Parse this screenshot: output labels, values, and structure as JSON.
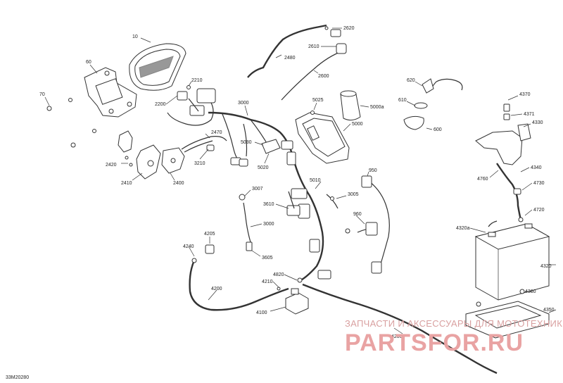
{
  "labels": [
    {
      "id": "10",
      "text": "10"
    },
    {
      "id": "60",
      "text": "60"
    },
    {
      "id": "70",
      "text": "70"
    },
    {
      "id": "2210",
      "text": "2210"
    },
    {
      "id": "2200",
      "text": "2200"
    },
    {
      "id": "2470",
      "text": "2470"
    },
    {
      "id": "2420",
      "text": "2420"
    },
    {
      "id": "2410",
      "text": "2410"
    },
    {
      "id": "2400",
      "text": "2400"
    },
    {
      "id": "3210",
      "text": "3210"
    },
    {
      "id": "2620",
      "text": "2620"
    },
    {
      "id": "2610",
      "text": "2610"
    },
    {
      "id": "2480",
      "text": "2480"
    },
    {
      "id": "2600",
      "text": "2600"
    },
    {
      "id": "3000a",
      "text": "3000"
    },
    {
      "id": "5025",
      "text": "5025"
    },
    {
      "id": "5000a",
      "text": "5000a"
    },
    {
      "id": "5000",
      "text": "5000"
    },
    {
      "id": "5030",
      "text": "5030"
    },
    {
      "id": "5020",
      "text": "5020"
    },
    {
      "id": "620",
      "text": "620"
    },
    {
      "id": "610",
      "text": "610"
    },
    {
      "id": "600",
      "text": "600"
    },
    {
      "id": "4370",
      "text": "4370"
    },
    {
      "id": "4371",
      "text": "4371"
    },
    {
      "id": "4330",
      "text": "4330"
    },
    {
      "id": "4760",
      "text": "4760"
    },
    {
      "id": "4340",
      "text": "4340"
    },
    {
      "id": "4730",
      "text": "4730"
    },
    {
      "id": "4720",
      "text": "4720"
    },
    {
      "id": "4320a",
      "text": "4320a"
    },
    {
      "id": "4320",
      "text": "4320"
    },
    {
      "id": "4360",
      "text": "4360"
    },
    {
      "id": "4350",
      "text": "4350"
    },
    {
      "id": "3007",
      "text": "3007"
    },
    {
      "id": "3610",
      "text": "3610"
    },
    {
      "id": "3000b",
      "text": "3000"
    },
    {
      "id": "3605",
      "text": "3605"
    },
    {
      "id": "5010",
      "text": "5010"
    },
    {
      "id": "3005",
      "text": "3005"
    },
    {
      "id": "950",
      "text": "950"
    },
    {
      "id": "960",
      "text": "960"
    },
    {
      "id": "4205",
      "text": "4205"
    },
    {
      "id": "4240",
      "text": "4240"
    },
    {
      "id": "4200a",
      "text": "4200"
    },
    {
      "id": "4820",
      "text": "4820"
    },
    {
      "id": "4210",
      "text": "4210"
    },
    {
      "id": "4100",
      "text": "4100"
    },
    {
      "id": "4200b",
      "text": "4200"
    }
  ],
  "watermark": {
    "line": "ЗАПЧАСТИ И АКСЕССУАРЫ ДЛЯ МОТОТЕХНИКИ",
    "logo": "PARTSFOR.RU"
  },
  "diagram_ref": "33M20280"
}
